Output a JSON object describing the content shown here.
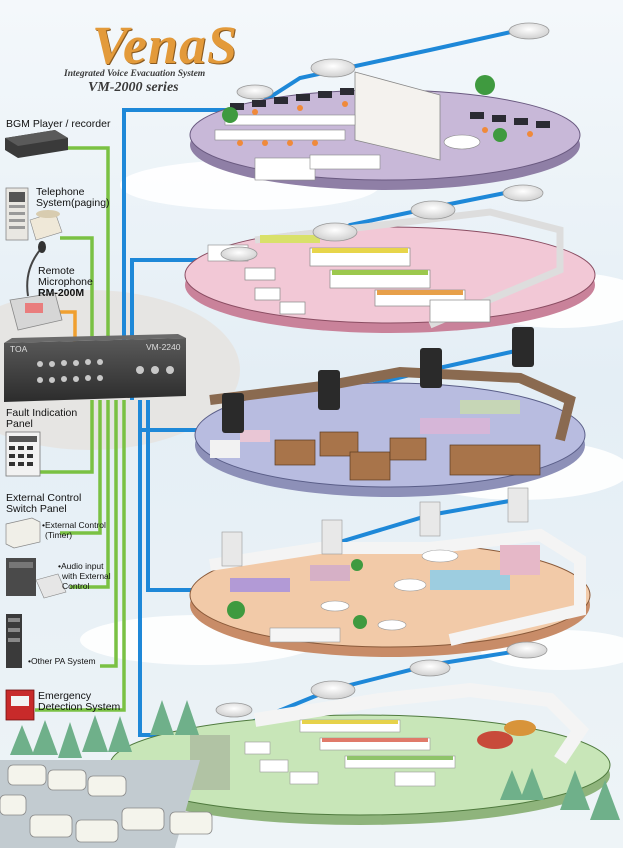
{
  "brand": {
    "logo": "VenaS",
    "subtitle": "Integrated Voice Evacuation System",
    "series": "VM-2000 series"
  },
  "devices": [
    {
      "id": "bgm",
      "label": "BGM Player / recorder"
    },
    {
      "id": "phone",
      "label_lines": [
        "Telephone",
        "System(paging)"
      ]
    },
    {
      "id": "mic",
      "label_lines": [
        "Remote",
        "Microphone"
      ],
      "model": "RM-200M"
    },
    {
      "id": "amp",
      "brand": "TOA",
      "model": "VM-2240"
    },
    {
      "id": "fault",
      "label_lines": [
        "Fault Indication",
        "Panel"
      ]
    },
    {
      "id": "ext",
      "label_lines": [
        "External Control",
        "Switch Panel"
      ]
    },
    {
      "id": "timer",
      "label_lines": [
        "•External Control",
        "(Timer)"
      ]
    },
    {
      "id": "audio",
      "label_lines": [
        "•Audio input",
        "with External",
        "Control"
      ]
    },
    {
      "id": "otherpa",
      "label": "•Other PA System"
    },
    {
      "id": "emerg",
      "label_lines": [
        "Emergency",
        "Detection System"
      ]
    }
  ],
  "floors": [
    {
      "id": "office",
      "desc": "office floor"
    },
    {
      "id": "shop1",
      "desc": "shop floor"
    },
    {
      "id": "fashion",
      "desc": "apparel floor"
    },
    {
      "id": "boutique",
      "desc": "boutique floor"
    },
    {
      "id": "market",
      "desc": "supermarket floor"
    }
  ],
  "colors": {
    "sky": "#cfe6f2",
    "wire_green": "#7ac143",
    "wire_orange": "#f0a030",
    "wire_blue": "#1e88d8",
    "office_floor": "#c8b8d8",
    "shop_floor": "#f2c8d6",
    "fashion_floor": "#b8bce0",
    "boutique_floor": "#f2caa8",
    "market_floor": "#c8e6b8",
    "brand_orange": "#e39a3a"
  }
}
